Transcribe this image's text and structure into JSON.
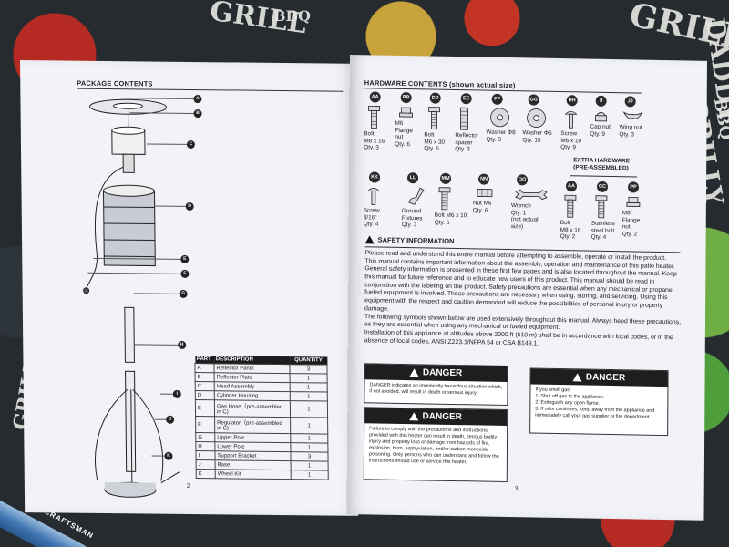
{
  "background": {
    "words": [
      "GRILL",
      "BBQ",
      "GRILL",
      "BBQ",
      "GRILL",
      "GRILLY",
      "DADDY"
    ],
    "colors": {
      "cloth": "#262b30",
      "accent_red": "#b52a22",
      "accent_green": "#6fae45"
    }
  },
  "left_page": {
    "title": "PACKAGE CONTENTS",
    "callouts": [
      "A",
      "B",
      "C",
      "D",
      "E",
      "F",
      "G",
      "H",
      "I",
      "J",
      "K"
    ],
    "table": {
      "headers": [
        "PART",
        "DESCRIPTION",
        "QUANTITY"
      ],
      "rows": [
        [
          "A",
          "Reflector Panel",
          "3"
        ],
        [
          "B",
          "Reflector Plate",
          "1"
        ],
        [
          "C",
          "Head Assembly",
          "1"
        ],
        [
          "D",
          "Cylinder Housing",
          "1"
        ],
        [
          "E",
          "Gas Hose（pre-assembled in C)",
          "1"
        ],
        [
          "F",
          "Regulator（pre-assembled in C)",
          "1"
        ],
        [
          "G",
          "Upper Pole",
          "1"
        ],
        [
          "H",
          "Lower Pole",
          "1"
        ],
        [
          "I",
          "Support Bracket",
          "3"
        ],
        [
          "J",
          "Base",
          "1"
        ],
        [
          "K",
          "Wheel Kit",
          "1"
        ]
      ]
    },
    "page_number": "2"
  },
  "right_page": {
    "title": "HARDWARE CONTENTS (shown actual size)",
    "hardware_row1": [
      {
        "code": "AA",
        "label": "Bolt\nM8 x 16\nQty. 3",
        "icon": "bolt-icon"
      },
      {
        "code": "BB",
        "label": "M6\nFlange\nnut\nQty. 6",
        "icon": "flange-nut-icon"
      },
      {
        "code": "DD",
        "label": "Bolt\nM6 x 30\nQty. 6",
        "icon": "bolt-icon"
      },
      {
        "code": "EE",
        "label": "Reflector\nspacer\nQty. 3",
        "icon": "spacer-icon"
      },
      {
        "code": "FF",
        "label": "Washer Φ8\nQty. 3",
        "icon": "washer-icon"
      },
      {
        "code": "GG",
        "label": "Washer Φ6\nQty. 15",
        "icon": "washer-icon"
      },
      {
        "code": "HH",
        "label": "Screw\nM6 x 10\nQty. 9",
        "icon": "screw-icon"
      },
      {
        "code": "II",
        "label": "Cap nut\nQty. 9",
        "icon": "cap-nut-icon"
      },
      {
        "code": "JJ",
        "label": "Wing nut\nQty. 3",
        "icon": "wing-nut-icon"
      }
    ],
    "extra_title": "EXTRA HARDWARE\n(PRE-ASSEMBLED)",
    "hardware_row2": [
      {
        "code": "KK",
        "label": "Screw\n3/16\"\nQty. 4",
        "icon": "screw-icon"
      },
      {
        "code": "LL",
        "label": "Ground\nFixtures\nQty. 3",
        "icon": "ground-fixture-icon"
      },
      {
        "code": "MM",
        "label": "Bolt M6 x 10\nQty. 6",
        "icon": "bolt-icon"
      },
      {
        "code": "NN",
        "label": "Nut M6\nQty. 6",
        "icon": "nut-icon"
      },
      {
        "code": "OO",
        "label": "Wrench\nQty. 1\n(not actual\nsize)",
        "icon": "wrench-icon"
      }
    ],
    "extra_hardware": [
      {
        "code": "AA",
        "label": "Bolt\nM8 x 16\nQty. 2",
        "icon": "bolt-icon"
      },
      {
        "code": "CC",
        "label": "Stainless\nsteel bolt\nQty. 4",
        "icon": "bolt-icon"
      },
      {
        "code": "PP",
        "label": "M8\nFlange\nnut\nQty. 2",
        "icon": "flange-nut-icon"
      }
    ],
    "safety_title": "SAFETY INFORMATION",
    "safety_paragraphs": [
      "Please read and understand this entire manual before attempting to assemble, operate or install the product.",
      "This manual contains important information about the assembly, operation and maintenance of this patio heater. General safety information is presented in these first few pages and is also located throughout the manual. Keep this manual for future reference and to educate new users of this product. This manual should be read in conjunction with the labeling on the product. Safety precautions are essential when any mechanical or propane fueled equipment is involved. These precautions are necessary when using, storing, and servicing. Using this equipment with the respect and caution demanded will reduce the possibilities of personal injury or property damage.",
      "The following symbols shown below are used extensively throughout this manual. Always heed these precautions, as they are essential when using any mechanical or fueled equipment.",
      "Installation of this appliance at altitudes above 2000 ft (610 m) shall be in accordance with local codes, or in the absence of local codes, ANSI Z223.1/NFPA 54 or CSA B149.1."
    ],
    "danger_boxes": [
      {
        "title": "DANGER",
        "text": "DANGER indicates an imminently hazardous situation which, if not avoided, will result in death or serious injury."
      },
      {
        "title": "DANGER",
        "text": "Failure to comply with the precautions and instructions provided with this heater can result in death, serious bodily injury and property loss or damage from hazards of fire, explosion, burn, asphyxiation, and/or carbon monoxide poisoning. Only persons who can understand and follow the instructions should use or service this heater."
      },
      {
        "title": "DANGER",
        "text": "If you smell gas:\n1. Shut off gas to the appliance.\n2. Extinguish any open flame.\n3. If odor continues, keep away from the appliance and immediately call your gas supplier or fire department."
      }
    ],
    "page_number": "3"
  },
  "pen": {
    "brand": "CRAFTSMAN"
  }
}
